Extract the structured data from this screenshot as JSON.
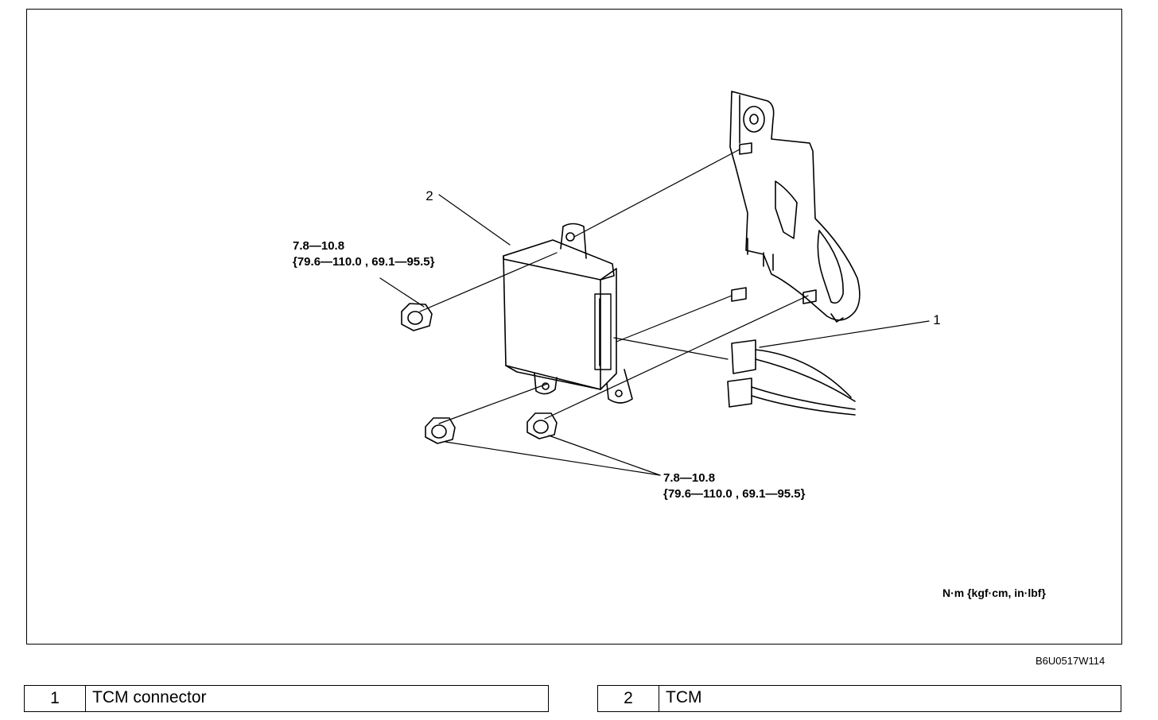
{
  "callouts": [
    {
      "number": "1",
      "part": "TCM connector"
    },
    {
      "number": "2",
      "part": "TCM"
    }
  ],
  "torque_specs": {
    "upper": {
      "line1": "7.8—10.8",
      "line2": "{79.6—110.0 , 69.1—95.5}"
    },
    "lower": {
      "line1": "7.8—10.8",
      "line2": "{79.6—110.0 , 69.1—95.5}"
    }
  },
  "units_note": "N·m {kgf·cm, in·lbf}",
  "figure_code": "B6U0517W114",
  "legend": [
    {
      "number": "1",
      "label": "TCM connector"
    },
    {
      "number": "2",
      "label": "TCM"
    }
  ]
}
